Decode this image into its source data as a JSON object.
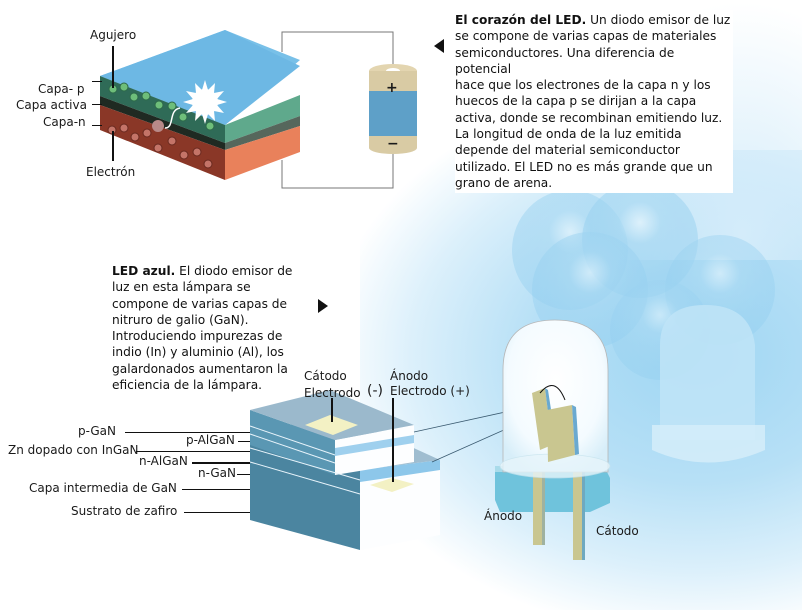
{
  "top_diagram": {
    "labels": {
      "hole": "Agujero",
      "p_layer": "Capa- p",
      "active_layer": "Capa activa",
      "n_layer": "Capa-n",
      "electron": "Electrón"
    },
    "battery": {
      "plus": "+",
      "minus": "−"
    }
  },
  "heart_text": {
    "title": "El corazón del LED.",
    "lines": [
      " Un diodo emisor de luz",
      "se compone de varias capas de materiales",
      "semiconductores. Una diferencia de potencial",
      "hace que  los electrones de la capa n y los",
      "huecos de la capa  p  se dirijan a la capa",
      "activa, donde se recombinan emitiendo luz.",
      "La longitud de onda de la luz emitida",
      "depende del material semiconductor",
      "utilizado. El LED no es más grande que un",
      "grano de arena."
    ],
    "pointer_icon": "triangle-left-icon"
  },
  "blue_led_text": {
    "title": "LED azul.",
    "lines": [
      " El diodo emisor de",
      "luz en esta lámpara se",
      "compone de varias capas de",
      "nitruro de galio (GaN).",
      "Introduciendo impurezas de",
      "indio (In) y aluminio (Al), los",
      "galardonados  aumentaron la",
      "eficiencia de la lámpara."
    ],
    "pointer_icon": "triangle-right-icon"
  },
  "chip_diagram": {
    "electrodes": {
      "cathode_name": "Cátodo",
      "cathode_electrode": "Electrodo",
      "cathode_sign": "(-)",
      "anode_name": "Ánodo",
      "anode_electrode": "Electrodo (+)"
    },
    "layers": [
      "p-GaN",
      "p-AlGaN",
      "Zn dopado con InGaN",
      "n-AlGaN",
      "n-GaN",
      "Capa intermedia de GaN",
      "Sustrato de zafiro"
    ]
  },
  "lamp": {
    "anode_label": "Ánodo",
    "cathode_label": "Cátodo"
  },
  "colors": {
    "sky_blue": "#9fd6f3",
    "p_layer": "#2d6a55",
    "n_layer": "#8b3a2a",
    "chip_dark": "#4d8aa5",
    "chip_light": "#a9d6ef",
    "pad": "#f3f1c4",
    "lead": "#c9c690"
  }
}
